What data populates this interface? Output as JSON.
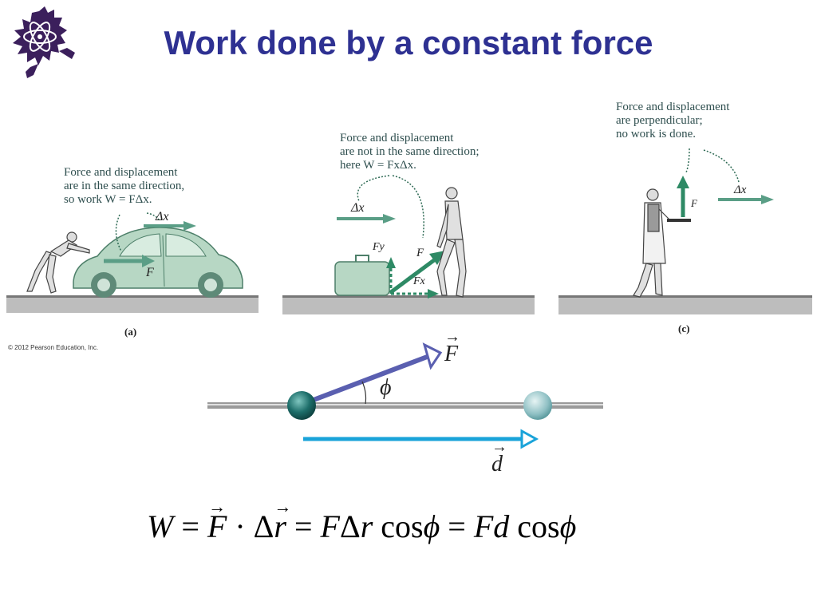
{
  "slide": {
    "title": "Work done by a constant force",
    "logo_icon": "horned-lizard-atom-logo-icon",
    "copyright": "© 2012 Pearson Education, Inc."
  },
  "panel_a": {
    "caption_lines": [
      "Force and displacement",
      "are in the same direction,",
      "so work W = FΔx."
    ],
    "dx_label": "Δx",
    "force_label": "F",
    "tag": "(a)"
  },
  "panel_b": {
    "caption_lines": [
      "Force and displacement",
      "are not in the same direction;",
      "here W = FxΔx."
    ],
    "dx_label": "Δx",
    "force_label": "F",
    "fy_label": "Fy",
    "fx_label": "Fx"
  },
  "panel_c": {
    "caption_lines": [
      "Force and displacement",
      "are perpendicular;",
      "no work is done."
    ],
    "dx_label": "Δx",
    "force_label": "F",
    "tag": "(c)"
  },
  "vector_diagram": {
    "force_label": "F",
    "angle_label": "ϕ",
    "displacement_label": "d"
  },
  "equation": {
    "p1": "W",
    "p2": " = ",
    "p3": "F",
    "p4": " · Δ",
    "p5": "r",
    "p6": " = ",
    "p7": "F",
    "p8": "Δ",
    "p9": "r",
    "p10": " cos",
    "p11": "ϕ",
    "p12": " = ",
    "p13": "Fd",
    "p14": " cos",
    "p15": "ϕ",
    "arrow": "→"
  },
  "colors": {
    "title": "#2e3192",
    "arrow_green": "#5a9e86",
    "ground": "#999999",
    "force_vector": "#5a5fb0",
    "displacement_vector": "#1aa3d9",
    "ball_dark": "#1d6e6a",
    "ball_light": "#8fc0c4"
  }
}
